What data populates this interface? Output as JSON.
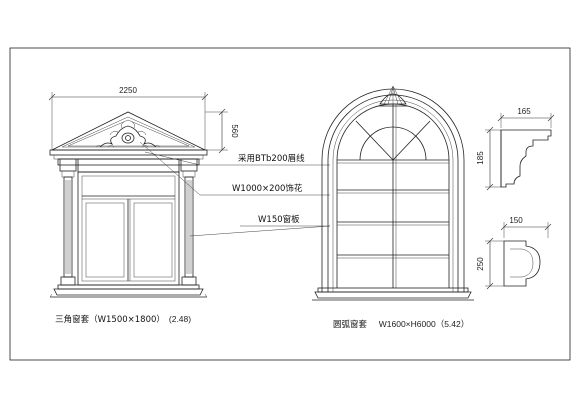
{
  "triangle_window": {
    "width_dim": "2250",
    "height_dim": "560",
    "label": "三角窗套（W1500×1800）",
    "price": "(2.48)"
  },
  "callouts": {
    "molding": "采用BTb200眉线",
    "ornament": "W1000×200饰花",
    "sill": "W150窗板"
  },
  "arch_window": {
    "label": "圆弧窗套",
    "spec": "W1600×H6000（5.42）"
  },
  "profile_top": {
    "width_dim": "165",
    "height_dim": "185"
  },
  "profile_bottom": {
    "width_dim": "150",
    "height_dim": "250"
  }
}
